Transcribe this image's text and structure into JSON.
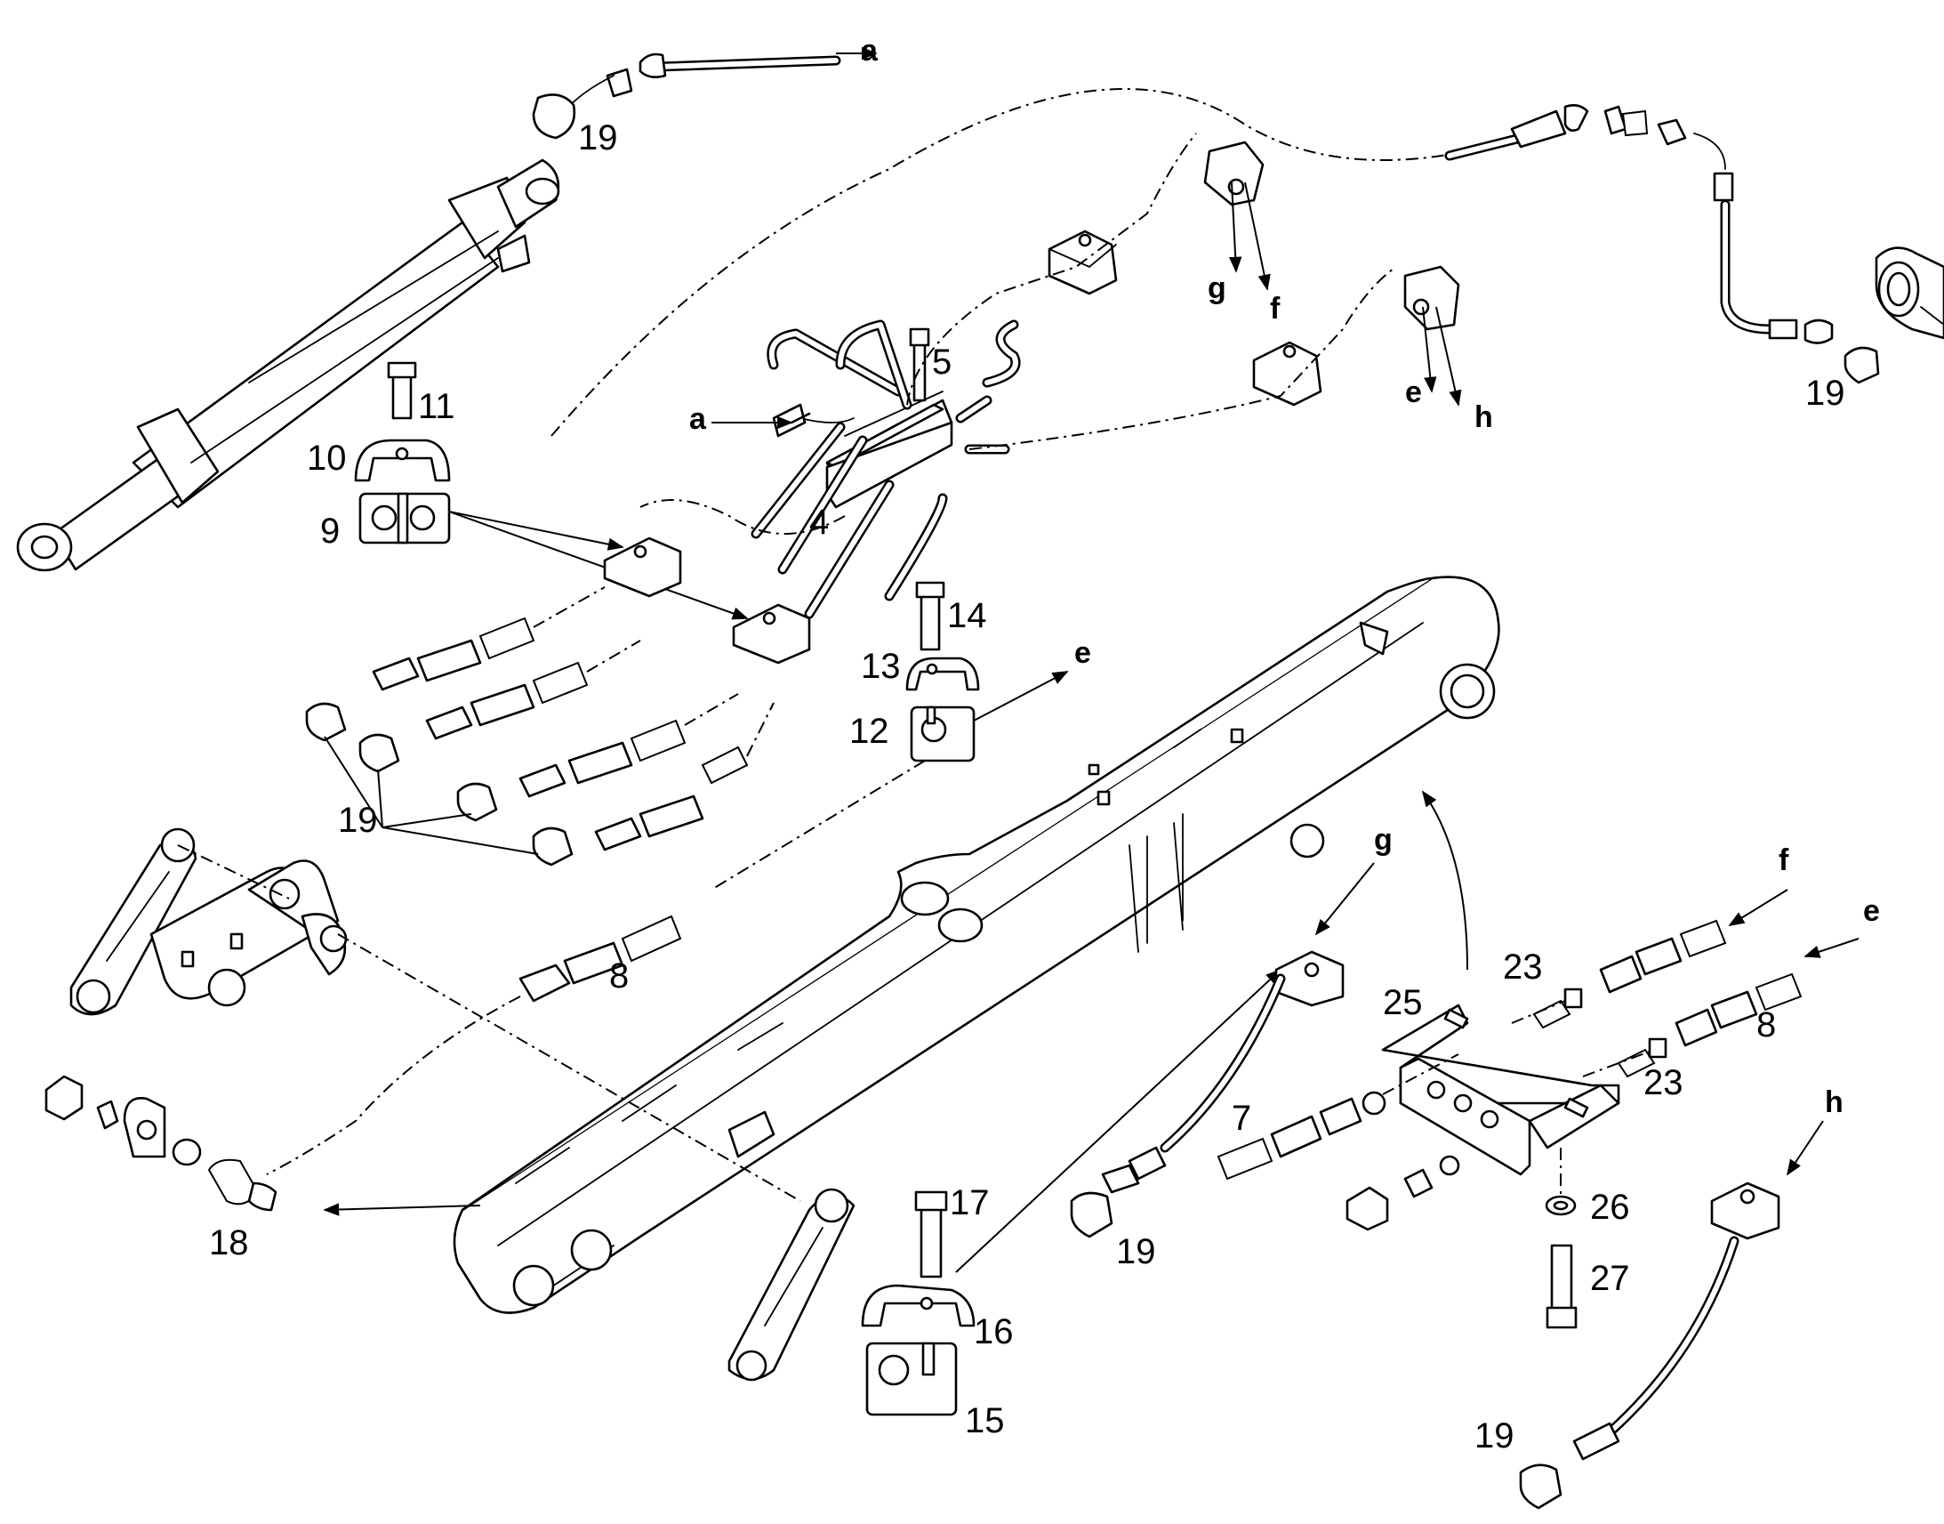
{
  "part_numbers": {
    "p4": "4",
    "p5": "5",
    "p7": "7",
    "p8": "8",
    "p9": "9",
    "p10": "10",
    "p11": "11",
    "p12": "12",
    "p13": "13",
    "p14": "14",
    "p15": "15",
    "p16": "16",
    "p17": "17",
    "p18": "18",
    "p19": "19",
    "p23": "23",
    "p25": "25",
    "p26": "26",
    "p27": "27"
  },
  "connection_letters": {
    "a": "a",
    "e": "e",
    "f": "f",
    "g": "g",
    "h": "h"
  }
}
